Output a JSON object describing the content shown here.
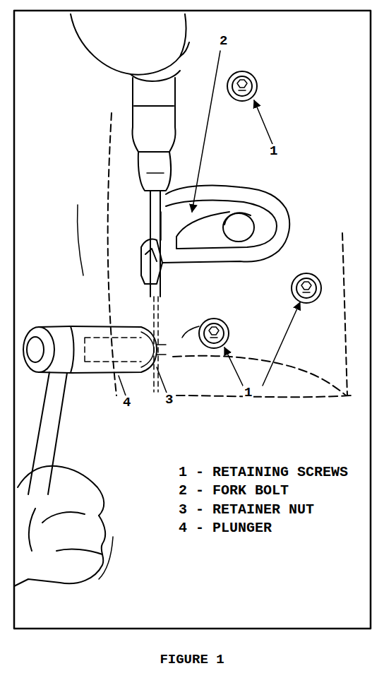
{
  "diagram": {
    "caption": "FIGURE 1",
    "labels": [
      "1",
      "2",
      "1",
      "4",
      "3",
      "1 - RETAINING SCREWS",
      "2 - FORK BOLT",
      "3 - RETAINER NUT",
      "4 - PLUNGER"
    ]
  }
}
